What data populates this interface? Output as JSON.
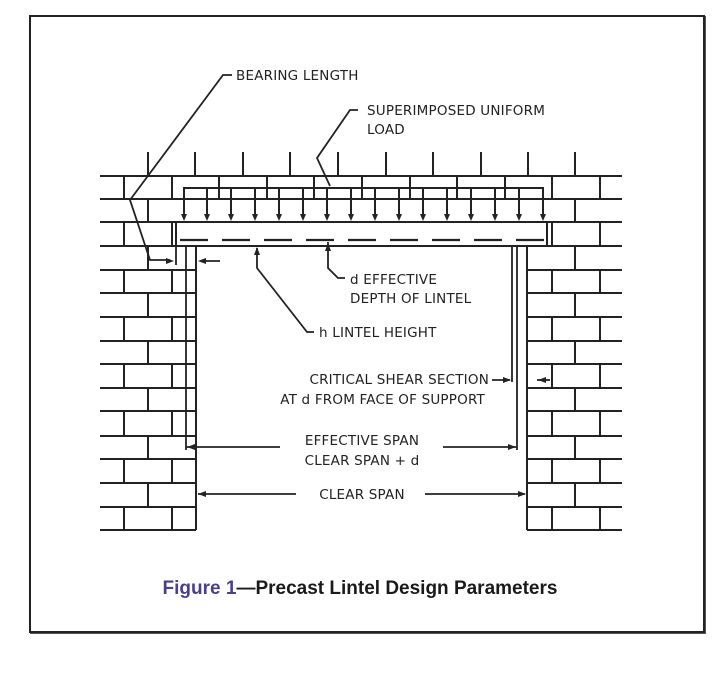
{
  "figure": {
    "number_label": "Figure 1",
    "separator": "—",
    "title": "Precast Lintel Design Parameters",
    "colors": {
      "figure_number": "#4a3f8f",
      "lines": "#222222",
      "background": "#ffffff"
    }
  },
  "labels": {
    "bearing_length": "BEARING LENGTH",
    "superimposed_line1": "SUPERIMPOSED UNIFORM",
    "superimposed_line2": "LOAD",
    "effective_depth_line1": "d EFFECTIVE",
    "effective_depth_line2": "DEPTH OF LINTEL",
    "lintel_height": "h LINTEL HEIGHT",
    "critical_shear_line1": "CRITICAL SHEAR SECTION",
    "critical_shear_line2": "AT d FROM FACE OF SUPPORT",
    "effective_span_line1": "EFFECTIVE SPAN",
    "effective_span_line2": "CLEAR SPAN + d",
    "clear_span": "CLEAR SPAN"
  }
}
